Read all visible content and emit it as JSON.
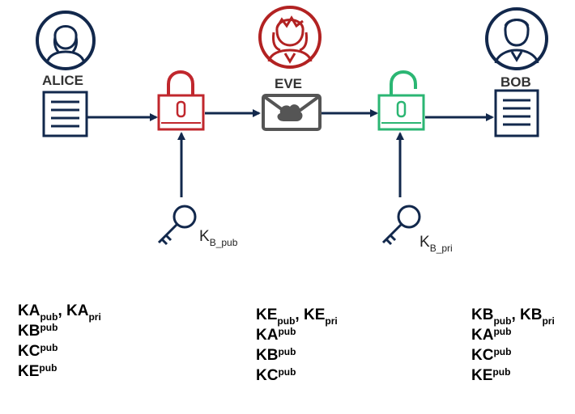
{
  "actors": {
    "alice": {
      "label": "ALICE",
      "color": "#12284c"
    },
    "eve": {
      "label": "EVE",
      "color": "#b22222"
    },
    "bob": {
      "label": "BOB",
      "color": "#12284c"
    }
  },
  "keys": {
    "encrypt_key": {
      "base": "K",
      "sub": "B_pub"
    },
    "decrypt_key": {
      "base": "K",
      "sub": "B_pri"
    }
  },
  "lock_colors": {
    "encrypt": "#c0272d",
    "decrypt": "#2bb673",
    "envelope": "#555555"
  },
  "keyrings": {
    "alice": [
      [
        {
          "name": "KA",
          "sub": "pub"
        },
        {
          "name": "KA",
          "sub": "pri"
        }
      ],
      [
        {
          "name": "KB",
          "sup": "pub"
        }
      ],
      [
        {
          "name": "KC",
          "sup": "pub"
        }
      ],
      [
        {
          "name": "KE",
          "sup": "pub"
        }
      ]
    ],
    "eve": [
      [
        {
          "name": "KE",
          "sub": "pub"
        },
        {
          "name": "KE",
          "sub": "pri"
        }
      ],
      [
        {
          "name": "KA",
          "sup": "pub"
        }
      ],
      [
        {
          "name": "KB",
          "sup": "pub"
        }
      ],
      [
        {
          "name": "KC",
          "sup": "pub"
        }
      ]
    ],
    "bob": [
      [
        {
          "name": "KB",
          "sub": "pub"
        },
        {
          "name": "KB",
          "sub": "pri"
        }
      ],
      [
        {
          "name": "KA",
          "sup": "pub"
        }
      ],
      [
        {
          "name": "KC",
          "sup": "pub"
        }
      ],
      [
        {
          "name": "KE",
          "sup": "pub"
        }
      ]
    ]
  }
}
